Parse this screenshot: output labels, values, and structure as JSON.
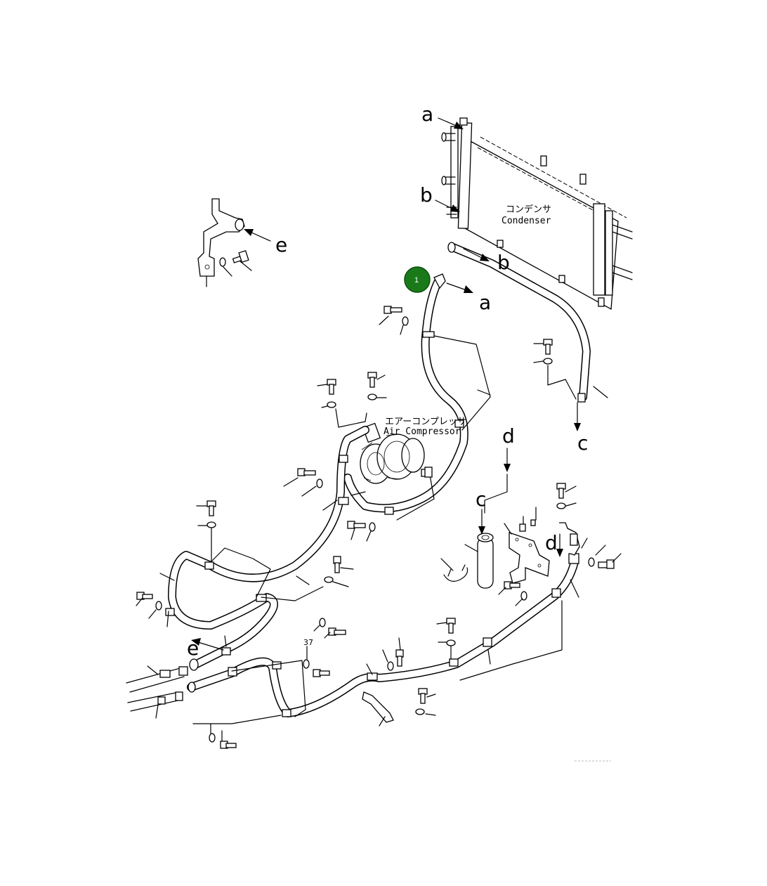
{
  "markers": {
    "a": "a",
    "b": "b",
    "c": "c",
    "d": "d",
    "e": "e"
  },
  "labels": {
    "condenser_jp": "コンデンサ",
    "condenser_en": "Condenser",
    "compressor_jp": "エアーコンプレッサ",
    "compressor_en": "Air Compressor",
    "part_number": "37"
  },
  "callout": {
    "number": "1",
    "color": "#1a7a1a"
  }
}
